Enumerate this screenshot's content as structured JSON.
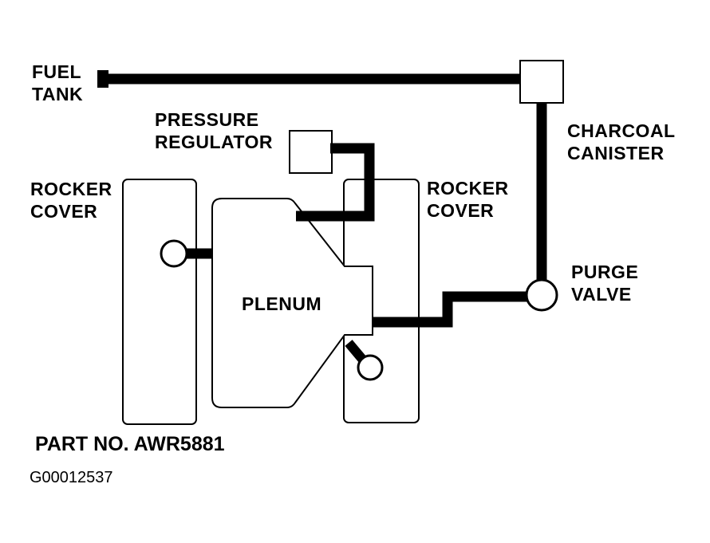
{
  "labels": {
    "fuel_tank": [
      "FUEL",
      "TANK"
    ],
    "pressure_regulator": [
      "PRESSURE",
      "REGULATOR"
    ],
    "charcoal_canister": [
      "CHARCOAL",
      "CANISTER"
    ],
    "rocker_cover_left": [
      "ROCKER",
      "COVER"
    ],
    "rocker_cover_right": [
      "ROCKER",
      "COVER"
    ],
    "plenum": "PLENUM",
    "purge_valve": [
      "PURGE",
      "VALVE"
    ]
  },
  "part_number": "PART NO. AWR5881",
  "figure_id": "G00012537",
  "colors": {
    "line": "#000000",
    "background": "#ffffff"
  }
}
